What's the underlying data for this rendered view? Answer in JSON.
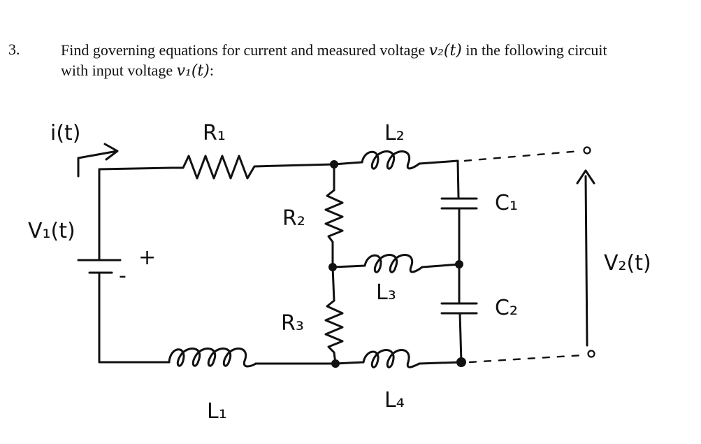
{
  "question": {
    "number": "3.",
    "line1_prefix": "Find governing equations for current and measured voltage ",
    "line1_math": "v₂(t)",
    "line1_suffix": " in the following circuit",
    "line2_prefix": "with input voltage ",
    "line2_math": "v₁(t)",
    "line2_suffix": ":"
  },
  "circuit": {
    "labels": {
      "current": "i(t)",
      "r1": "R₁",
      "r2": "R₂",
      "r3": "R₃",
      "l1": "L₁",
      "l2": "L₂",
      "l3": "L₃",
      "l4": "L₄",
      "c1": "C₁",
      "c2": "C₂",
      "v1": "V₁(t)",
      "v2": "V₂(t)",
      "plus": "+",
      "minus": "-"
    }
  }
}
